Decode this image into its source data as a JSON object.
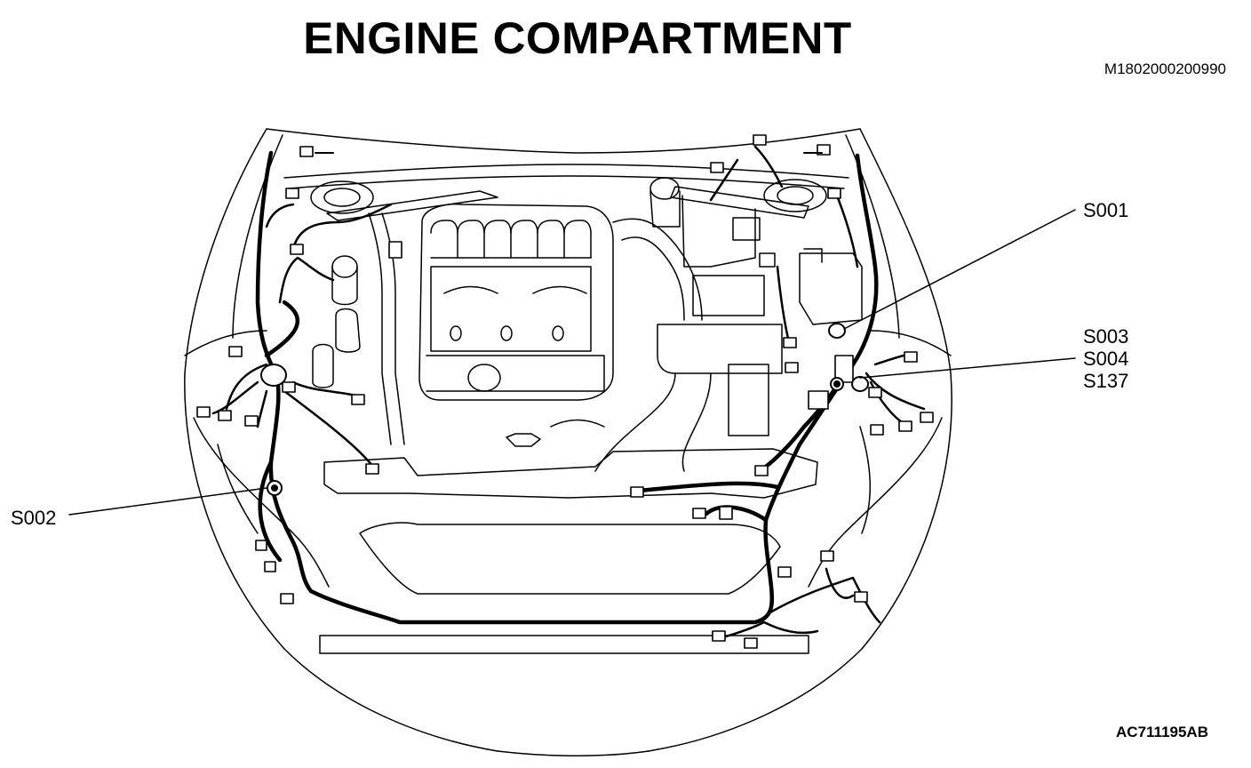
{
  "diagram": {
    "title": "ENGINE COMPARTMENT",
    "document_number": "M1802000200990",
    "figure_number": "AC711195AB",
    "callouts": [
      {
        "id": "s001",
        "lines": [
          "S001"
        ]
      },
      {
        "id": "s003-s004-s137",
        "lines": [
          "S003",
          "S004",
          "S137"
        ]
      },
      {
        "id": "s002",
        "lines": [
          "S002"
        ]
      }
    ]
  }
}
